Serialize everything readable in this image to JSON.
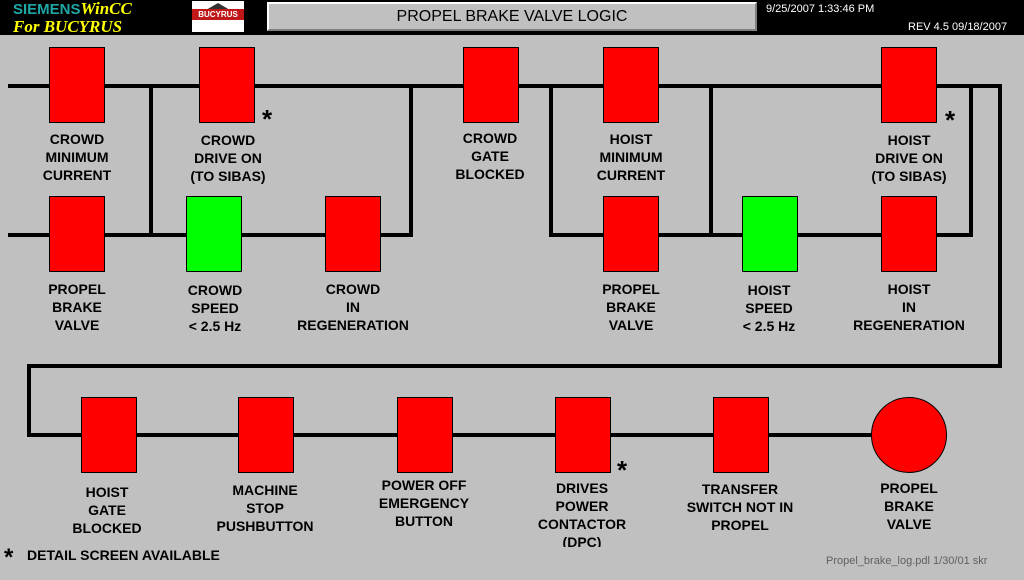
{
  "header": {
    "siemens": "SIEMENS",
    "wincc": "WinCC",
    "for_bucyrus": "For BUCYRUS",
    "logo_text": "BUCYRUS",
    "title": "PROPEL BRAKE VALVE LOGIC",
    "datetime": "9/25/2007 1:33:46 PM",
    "revision": "REV 4.5  09/18/2007"
  },
  "blocks": {
    "crowd_min_current": {
      "label": "CROWD\nMINIMUM\nCURRENT",
      "state": "red"
    },
    "crowd_drive_on": {
      "label": "CROWD\nDRIVE ON\n(TO SIBAS)",
      "state": "red"
    },
    "crowd_gate_blocked": {
      "label": "CROWD\nGATE\nBLOCKED",
      "state": "red"
    },
    "hoist_min_current": {
      "label": "HOIST\nMINIMUM\nCURRENT",
      "state": "red"
    },
    "hoist_drive_on": {
      "label": "HOIST\nDRIVE ON\n(TO SIBAS)",
      "state": "red"
    },
    "propel_brake_valve_1": {
      "label": "PROPEL\nBRAKE\nVALVE",
      "state": "red"
    },
    "crowd_speed": {
      "label": "CROWD\nSPEED\n< 2.5 Hz",
      "state": "green"
    },
    "crowd_regen": {
      "label": "CROWD\nIN\nREGENERATION",
      "state": "red"
    },
    "propel_brake_valve_2": {
      "label": "PROPEL\nBRAKE\nVALVE",
      "state": "red"
    },
    "hoist_speed": {
      "label": "HOIST\nSPEED\n< 2.5 Hz",
      "state": "green"
    },
    "hoist_regen": {
      "label": "HOIST\nIN\nREGENERATION",
      "state": "red"
    },
    "hoist_gate_blocked": {
      "label": "HOIST\nGATE\nBLOCKED",
      "state": "red"
    },
    "machine_stop": {
      "label": "MACHINE\nSTOP\nPUSHBUTTON",
      "state": "red"
    },
    "power_off_emergency": {
      "label": "POWER OFF\nEMERGENCY\nBUTTON",
      "state": "red"
    },
    "drives_power_contactor": {
      "label": "DRIVES\nPOWER\nCONTACTOR\n(DPC)",
      "state": "red"
    },
    "transfer_switch": {
      "label": "TRANSFER\nSWITCH NOT IN\nPROPEL",
      "state": "red"
    },
    "propel_brake_valve_output": {
      "label": "PROPEL\nBRAKE\nVALVE",
      "state": "red"
    }
  },
  "star_symbol": "*",
  "legend": {
    "star": "*",
    "text": "DETAIL SCREEN AVAILABLE"
  },
  "footer": "Propel_brake_log.pdl    1/30/01    skr",
  "colors": {
    "on": "#00ff00",
    "off": "#ff0000",
    "background": "#c0c0c0",
    "header": "#000000"
  }
}
